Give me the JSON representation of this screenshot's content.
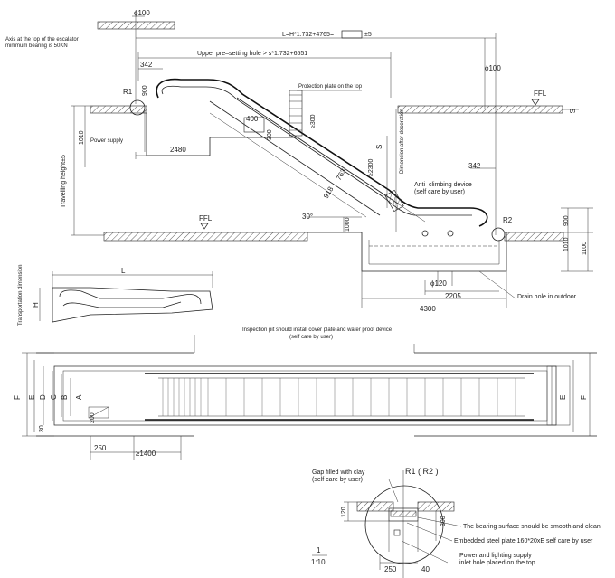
{
  "labels": {
    "phi100_top": "ϕ100",
    "axis_note_1": "Axis at the top of the  escalator",
    "axis_note_2": "minimum bearing is 50KN",
    "l_formula": "L=H*1.732+4765=",
    "l_tol": "±5",
    "upper_hole": "Upper pre–setting hole > s*1.732+6551",
    "dim_342_top": "342",
    "r1": "R1",
    "dim_900_left": "900",
    "protection_plate": "Protection plate on the top",
    "ffl_right": "FFL",
    "s_right": "S",
    "phi100_right": "ϕ100",
    "dim_400": "400",
    "dim_300a": "≥300",
    "dim_300b": "300",
    "dim_1010_left": "1010",
    "power_supply": "Power supply",
    "dim_2480": "2480",
    "s_mid": "S",
    "dim_2300": "≥2300",
    "dim_after_deco": "Dimension after decoration",
    "travel_height": "Travelling height±5",
    "dim_763": "763",
    "dim_918": "918",
    "dim_342_right": "342",
    "anti_climb_1": "Anti–climbing device",
    "anti_climb_2": "(self care by user)",
    "ffl_left": "FFL",
    "angle": "30°",
    "dim_1000": "1000",
    "r2": "R2",
    "dim_900_right": "900",
    "dim_1010_right": "1010",
    "dim_1100": "1100",
    "phi120": "ϕ120",
    "dim_2205": "2205",
    "drain_hole": "Drain hole in outdoor",
    "dim_4300": "4300",
    "transport_dim": "Transportation dimension",
    "L": "L",
    "H": "H",
    "inspection_1": "Inspection pit should install cover plate and water proof device",
    "inspection_2": "(self care by user)",
    "F": "F",
    "E": "E",
    "D": "D",
    "C": "C",
    "B": "B",
    "A": "A",
    "dim_200": "200",
    "dim_30": "30",
    "dim_250_plan": "250",
    "dim_1400": "≥1400",
    "E_right": "E",
    "F_right": "F",
    "gap_1": "Gap filled with clay",
    "gap_2": "(self care by user)",
    "r1r2": "R1 ( R2 )",
    "dim_120": "120",
    "dim_300_detail": "300",
    "bearing": "The bearing surface should be smooth and clean",
    "embedded": "Embedded steel plate 160*20xE self care by user",
    "power_light_1": "Power and lighting supply",
    "power_light_2": "inlet hole placed on the top",
    "scale_1": "1",
    "scale_2": "1:10",
    "dim_250_detail": "250",
    "dim_40": "40"
  }
}
